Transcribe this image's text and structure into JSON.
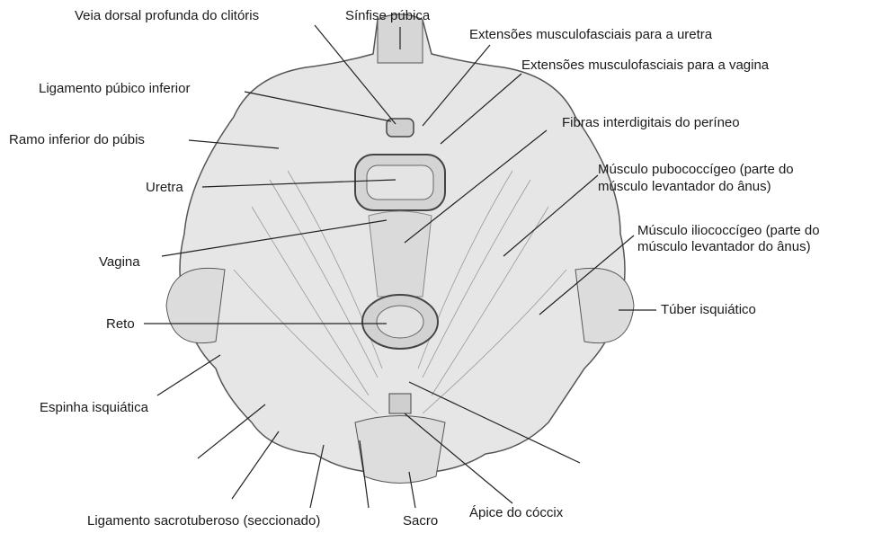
{
  "labels": {
    "veia_dorsal": "Veia dorsal profunda do clitóris",
    "sinfise": "Sínfise púbica",
    "ext_uretra": "Extensões musculofasciais para a uretra",
    "ext_vagina": "Extensões musculofasciais para a vagina",
    "lig_pubico": "Ligamento púbico inferior",
    "fibras": "Fibras interdigitais do períneo",
    "ramo": "Ramo inferior do púbis",
    "pubococcigeo_1": "Músculo pubococcígeo (parte do",
    "pubococcigeo_2": "músculo levantador do ânus)",
    "uretra": "Uretra",
    "iliococcigeo_1": "Músculo iliococcígeo (parte do",
    "iliococcigeo_2": "músculo levantador do ânus)",
    "vagina": "Vagina",
    "tuber": "Túber isquiático",
    "reto": "Reto",
    "espinha": "Espinha isquiática",
    "lig_sacro": "Ligamento sacrotuberoso (seccionado)",
    "sacro": "Sacro",
    "apice": "Ápice do cóccix"
  }
}
